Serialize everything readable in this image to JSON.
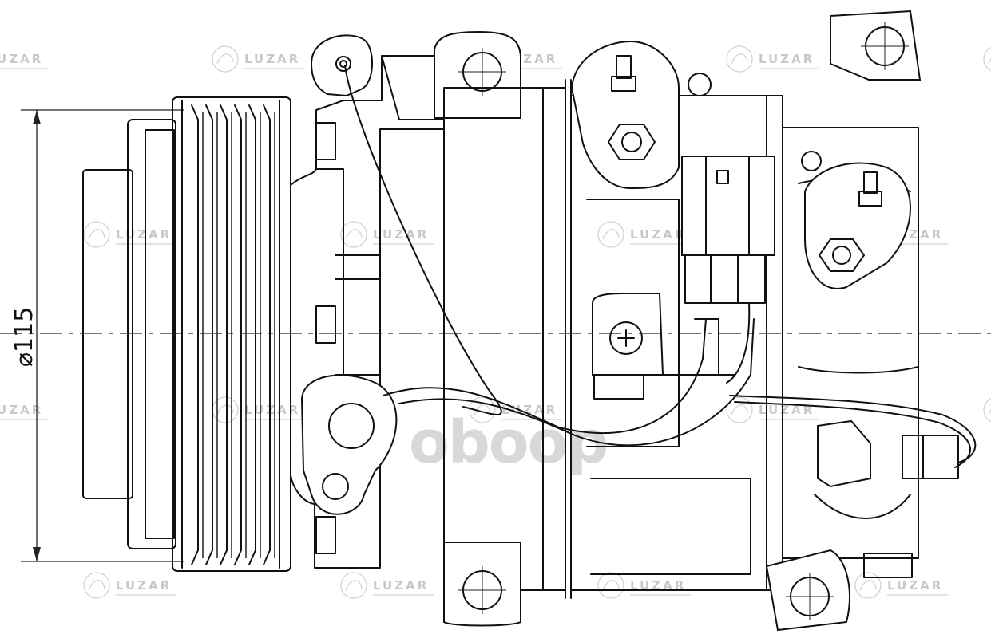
{
  "drawing": {
    "dimension_label": "⌀115",
    "watermark_text": "LUZAR",
    "center_logo_text": "oboop",
    "line_color": "#111111",
    "watermark_color": "#c8c8c8"
  }
}
